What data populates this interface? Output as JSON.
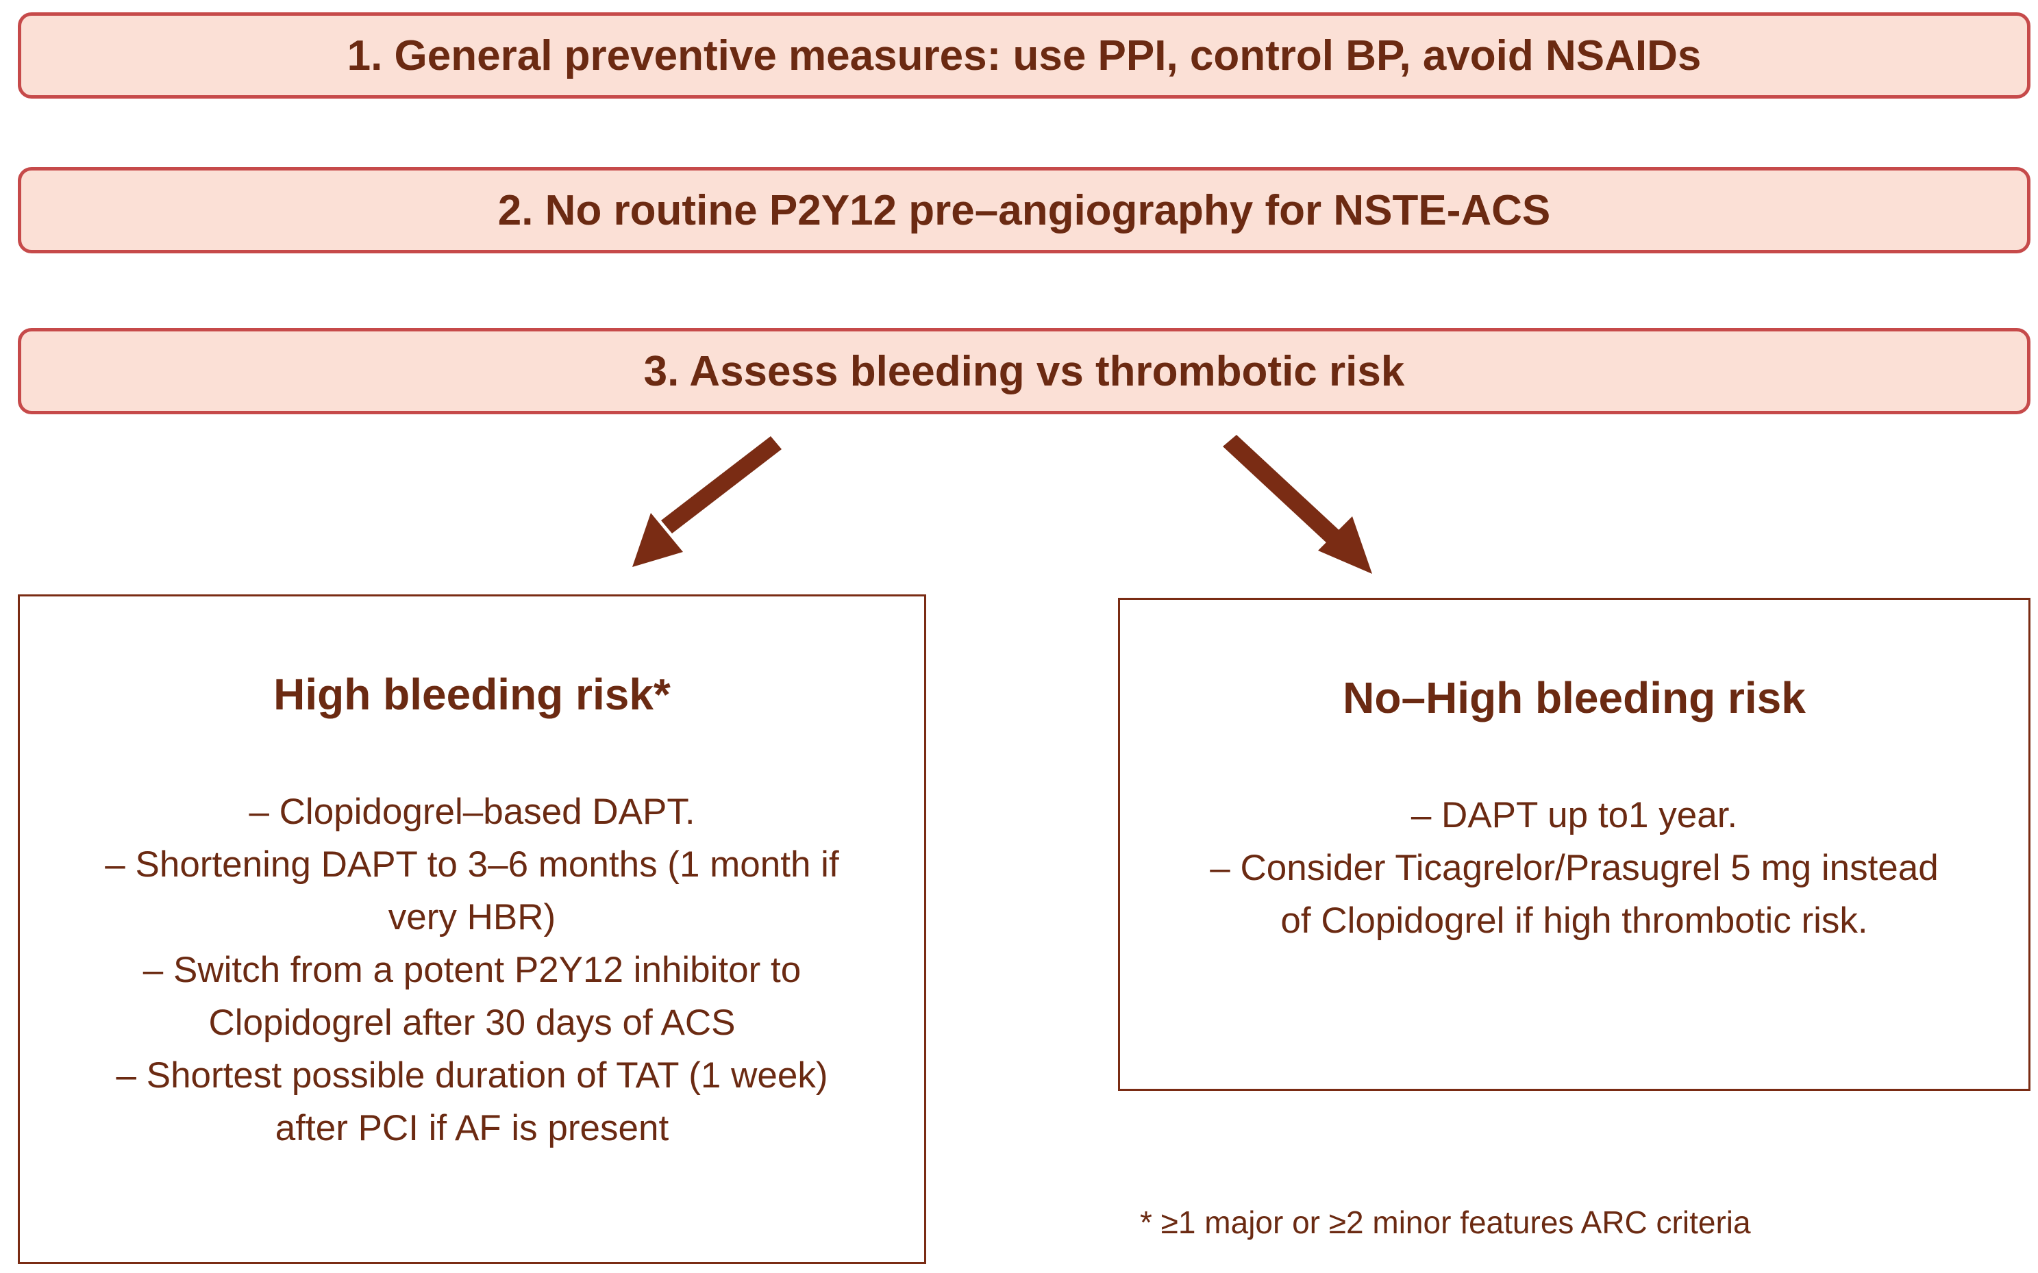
{
  "steps": [
    "1. General preventive measures: use PPI, control BP, avoid NSAIDs",
    "2. No routine P2Y12 pre–angiography for NSTE-ACS",
    "3. Assess bleeding vs thrombotic risk"
  ],
  "high_risk": {
    "title": "High bleeding risk*",
    "lines": [
      "– Clopidogrel–based DAPT.",
      "– Shortening DAPT to 3–6 months (1 month if",
      "very HBR)",
      "– Switch from a potent P2Y12 inhibitor to",
      "Clopidogrel after 30 days of ACS",
      "– Shortest possible duration of TAT (1 week)",
      "after PCI if AF is present"
    ]
  },
  "no_high_risk": {
    "title": "No–High bleeding risk",
    "lines": [
      "– DAPT up to1 year.",
      "– Consider Ticagrelor/Prasugrel 5 mg instead",
      "of Clopidogrel if high thrombotic risk."
    ]
  },
  "footnote": "* ≥1 major or ≥2 minor features ARC criteria",
  "colors": {
    "box_fill": "#fbe0d6",
    "box_border": "#c64a4a",
    "text": "#6b2a12",
    "arrow": "#7a2c14"
  }
}
